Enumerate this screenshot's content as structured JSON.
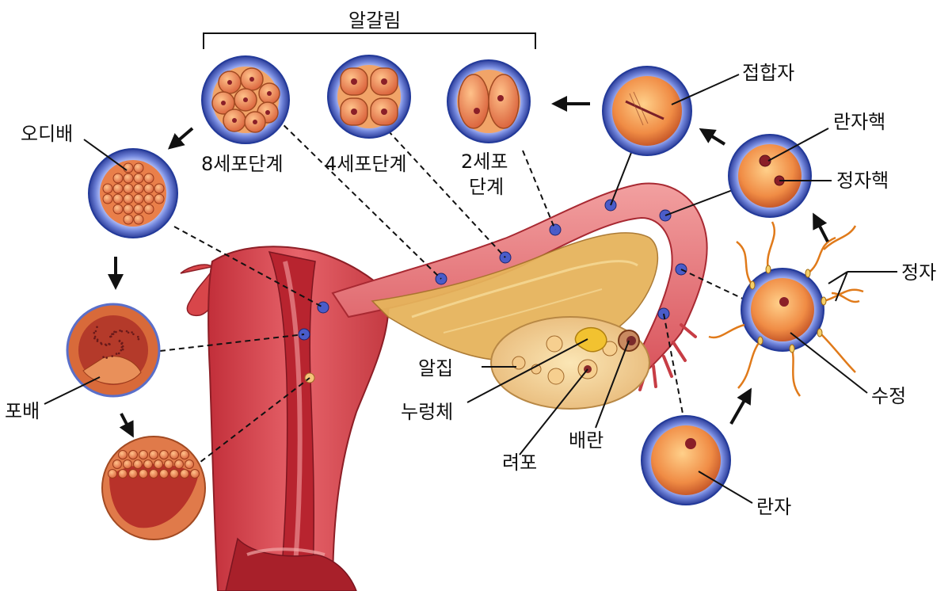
{
  "labels": {
    "cleavage": "알갈림",
    "zygote": "접합자",
    "egg_nucleus": "란자핵",
    "sperm_nucleus": "정자핵",
    "sperm": "정자",
    "fertilization": "수정",
    "egg": "란자",
    "ovulation": "배란",
    "follicle": "려포",
    "corpus_luteum": "누렁체",
    "ovary": "알집",
    "blastocyst": "포배",
    "morula": "오디배",
    "eight_cell": "8세포단계",
    "four_cell": "4세포단계",
    "two_cell_line1": "2세포",
    "two_cell_line2": "단계"
  },
  "colors": {
    "uterus": "#d8464a",
    "uterus_dark": "#9e1f28",
    "tube": "#e9858a",
    "ovary": "#f3d9a0",
    "cell_ring": "#5a6fc9",
    "cell_fill": "#f19a55",
    "label": "#111111"
  }
}
